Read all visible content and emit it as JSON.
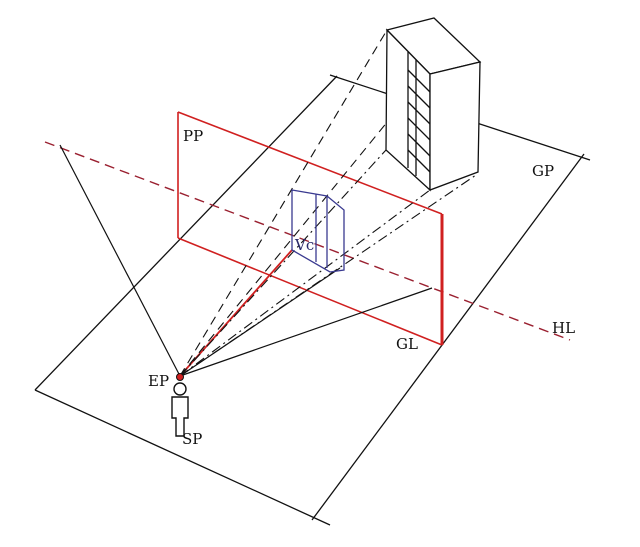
{
  "labels": {
    "picture_plane": "PP",
    "ground_plane": "GP",
    "horizon_line": "HL",
    "ground_line": "GL",
    "eye_point": "EP",
    "station_point": "SP",
    "center_of_vision": "Vc"
  },
  "colors": {
    "ink": "#111111",
    "picture_plane": "#d02020",
    "horizon": "#9a2030",
    "image": "#3a3a90"
  }
}
